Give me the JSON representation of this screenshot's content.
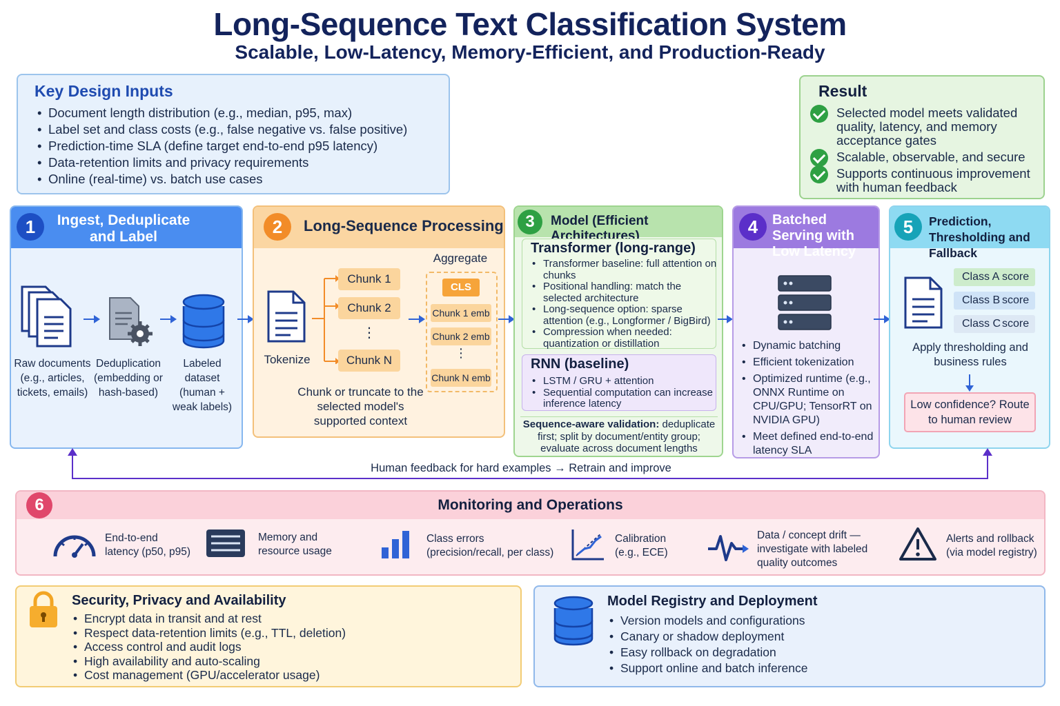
{
  "title": "Long-Sequence Text Classification System",
  "subtitle": "Scalable, Low-Latency, Memory-Efficient, and Production-Ready",
  "key_inputs": {
    "heading": "Key Design Inputs",
    "items": [
      "Document length distribution (e.g., median, p95, max)",
      "Label set and class costs (e.g., false negative vs. false positive)",
      "Prediction-time SLA (define target end-to-end p95 latency)",
      "Data-retention limits and privacy requirements",
      "Online (real-time) vs. batch use cases"
    ]
  },
  "result": {
    "heading": "Result",
    "items": [
      "Selected model meets validated quality, latency, and memory acceptance gates",
      "Scalable, observable, and secure",
      "Supports continuous improvement with human feedback"
    ]
  },
  "step1": {
    "num": "1",
    "title": "Ingest, Deduplicate and Label",
    "raw": "Raw documents (e.g., articles, tickets, emails)",
    "dedup": "Deduplication (embedding or hash-based)",
    "labeled": "Labeled dataset (human + weak labels)"
  },
  "step2": {
    "num": "2",
    "title": "Long-Sequence Processing",
    "tokenize": "Tokenize",
    "chunks": [
      "Chunk 1",
      "Chunk 2",
      "⋮",
      "Chunk N"
    ],
    "aggregate": "Aggregate",
    "cls": "CLS",
    "embs": [
      "Chunk 1 emb",
      "Chunk 2 emb",
      "⋮",
      "Chunk N emb"
    ],
    "caption": "Chunk or truncate to the selected model's supported context"
  },
  "step3": {
    "num": "3",
    "title": "Model (Efficient Architectures)",
    "transformer": {
      "heading": "Transformer (long-range)",
      "items": [
        "Transformer baseline: full attention on chunks",
        "Positional handling: match the selected architecture",
        "Long-sequence option: sparse attention (e.g., Longformer / BigBird)",
        "Compression when needed: quantization or distillation"
      ]
    },
    "rnn": {
      "heading": "RNN (baseline)",
      "items": [
        "LSTM / GRU + attention",
        "Sequential computation can increase inference latency"
      ]
    },
    "validation_bold": "Sequence-aware validation:",
    "validation_rest": " deduplicate first; split by document/entity group; evaluate across document lengths"
  },
  "step4": {
    "num": "4",
    "title": "Batched Serving with Low Latency",
    "items": [
      "Dynamic batching",
      "Efficient tokenization",
      "Optimized runtime (e.g., ONNX Runtime on CPU/GPU; TensorRT on NVIDIA GPU)",
      "Meet defined end-to-end latency SLA"
    ]
  },
  "step5": {
    "num": "5",
    "title": "Prediction, Thresholding and Fallback",
    "classes": [
      {
        "name": "Class A",
        "score": "score",
        "color": "#cdeccc"
      },
      {
        "name": "Class B",
        "score": "score",
        "color": "#cfe3f7"
      },
      {
        "name": "Class C",
        "score": "score",
        "color": "#dde8f4"
      }
    ],
    "threshold": "Apply thresholding and business rules",
    "low_conf": "Low confidence? Route to human review"
  },
  "feedback": "Human feedback for hard examples → Retrain and improve",
  "monitoring": {
    "num": "6",
    "title": "Monitoring and Operations",
    "items": [
      {
        "icon": "gauge-icon",
        "text": "End-to-end latency (p50, p95)"
      },
      {
        "icon": "memory-icon",
        "text": "Memory and resource usage"
      },
      {
        "icon": "bar-chart-icon",
        "text": "Class errors (precision/recall, per class)"
      },
      {
        "icon": "calibration-icon",
        "text": "Calibration (e.g., ECE)"
      },
      {
        "icon": "pulse-icon",
        "text": "Data / concept drift — investigate with labeled quality outcomes"
      },
      {
        "icon": "warning-icon",
        "text": "Alerts and rollback (via model registry)"
      }
    ]
  },
  "security": {
    "heading": "Security, Privacy and Availability",
    "items": [
      "Encrypt data in transit and at rest",
      "Respect data-retention limits (e.g., TTL, deletion)",
      "Access control and audit logs",
      "High availability and auto-scaling",
      "Cost management (GPU/accelerator usage)"
    ]
  },
  "registry": {
    "heading": "Model Registry and Deployment",
    "items": [
      "Version models and configurations",
      "Canary or shadow deployment",
      "Easy rollback on degradation",
      "Support online and batch inference"
    ]
  },
  "colors": {
    "blue": "#2f63d6",
    "orange": "#f28c28",
    "green": "#2ea043",
    "purple": "#6a3fd1",
    "teal": "#17a3b8",
    "pink": "#e0476b"
  }
}
